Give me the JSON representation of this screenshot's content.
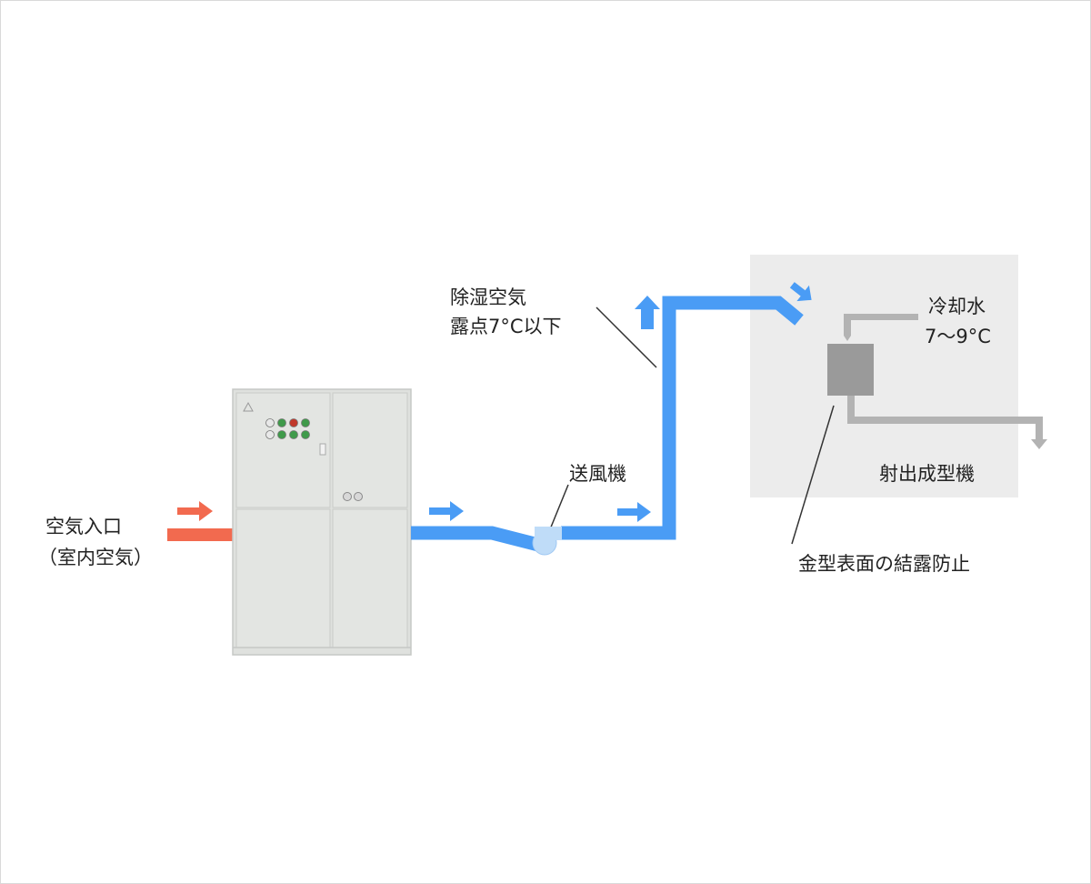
{
  "labels": {
    "air_inlet": "空気入口",
    "air_inlet_sub": "（室内空気）",
    "dehumidified_air_line1": "除湿空気",
    "dehumidified_air_line2": "露点7°C以下",
    "blower": "送風機",
    "cooling_water_line1": "冷却水",
    "cooling_water_line2": "7～9°C",
    "injection_molding_machine": "射出成型機",
    "mold_condensation": "金型表面の結露防止"
  },
  "colors": {
    "inlet_air": "#f26a4f",
    "dehumidified_air": "#4a9cf5",
    "cooling_water": "#b3b3b3",
    "machine_area": "#ececec",
    "mold": "#9a9a9a",
    "dehumidifier_cabinet": "#dfe1de",
    "blower_body": "#bfdcf8"
  },
  "dehumidifier_panel_lamps": [
    "#e8e8e8",
    "#3f9a4a",
    "#c0392b",
    "#3f9a4a",
    "#e8e8e8",
    "#3f9a4a",
    "#3f9a4a",
    "#3f9a4a"
  ]
}
